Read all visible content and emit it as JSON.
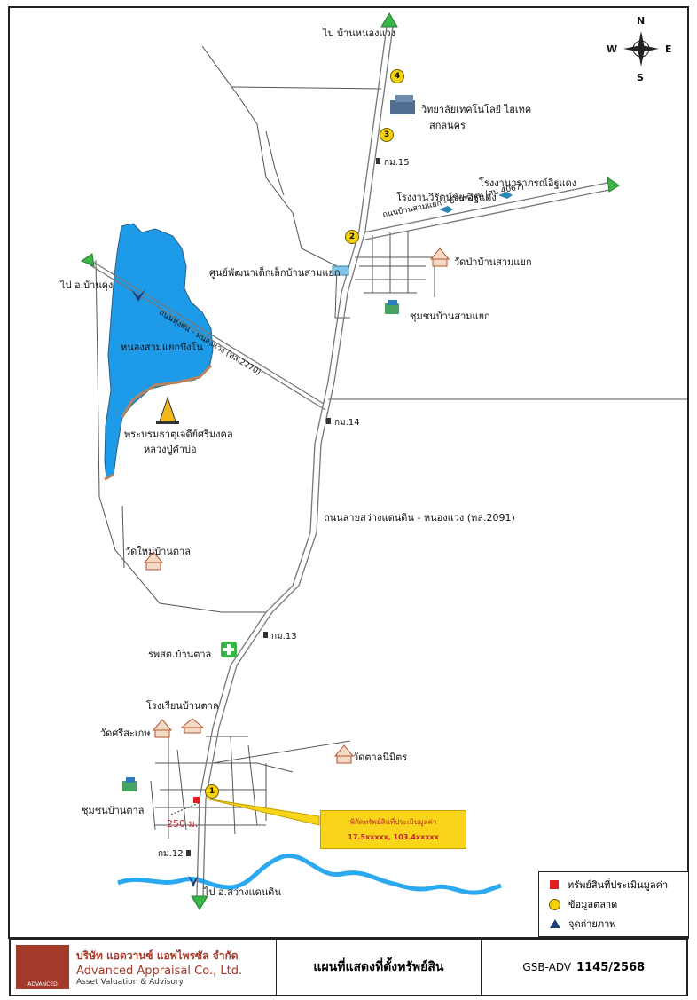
{
  "map": {
    "directions": {
      "north": "ไป บ้านหนองแวง",
      "west": "ไป อ.บ้านดุง",
      "south": "ไป อ.สว่างแดนดิน"
    },
    "compass": {
      "n": "N",
      "s": "S",
      "e": "E",
      "w": "W"
    },
    "roads": {
      "east_road": "ถนนบ้านสามแยก - บ้านทุ่งฝน (สน.4067)",
      "west_road": "ถนนทุ่งฝน - หนองแวง (ทล.2270)",
      "main_road": "ถนนสายสว่างแดนดิน - หนองแวง (ทล.2091)"
    },
    "km_markers": [
      "กม.15",
      "กม.14",
      "กม.13",
      "กม.12"
    ],
    "landmarks": {
      "college_line1": "วิทยาลัยเทคโนโลยี ไฮเทค",
      "college_line2": "สกลนคร",
      "factory1": "โรงงานวิรัตน์ชัย อิฐแดง",
      "factory2": "โรงงานวราภรณ์อิฐแดง",
      "temple_samyaek": "วัดป่าบ้านสามแยก",
      "child_center": "ศูนย์พัฒนาเด็กเล็กบ้านสามแยก",
      "community_samyaek": "ชุมชนบ้านสามแยก",
      "reservoir": "หนองสามแยกบึงโน",
      "pagoda_line1": "พระบรมธาตุเจดีย์ศรีมงคล",
      "pagoda_line2": "หลวงปู่คำบ่อ",
      "temple_mai": "วัดใหม่บ้านตาล",
      "hospital": "รพสต.บ้านตาล",
      "school": "โรงเรียนบ้านตาล",
      "temple_srisaket": "วัดศรีสะเกษ",
      "temple_tannimit": "วัดตาลนิมิตร",
      "community_tan": "ชุมชนบ้านตาล",
      "distance": "250 ม."
    },
    "markers": [
      "1",
      "2",
      "3",
      "4"
    ],
    "coords_note": {
      "line1": "พิกัดทรัพย์สินที่ประเมินมูลค่า",
      "line2": "17.5xxxxx, 103.4xxxxx"
    }
  },
  "legend": {
    "items": [
      {
        "label": "ทรัพย์สินที่ประเมินมูลค่า",
        "icon": "red-square",
        "color": "#e02020"
      },
      {
        "label": "ข้อมูลตลาด",
        "icon": "yellow-circle",
        "color": "#f5d20a"
      },
      {
        "label": "จุดถ่ายภาพ",
        "icon": "camera-arrow"
      }
    ]
  },
  "footer": {
    "company_thai": "บริษัท แอดวานซ์ แอพไพรซัล จำกัด",
    "company_en": "Advanced Appraisal Co., Ltd.",
    "tagline": "Asset Valuation & Advisory",
    "logo_text": "ADVANCED",
    "title": "แผนที่แสดงที่ตั้งทรัพย์สิน",
    "ref_prefix": "GSB-ADV",
    "ref_number": "1145/2568"
  },
  "colors": {
    "water": "#1e9be8",
    "river": "#2aa8f0",
    "road": "#8a8a8a",
    "arrow": "#3ab54a",
    "marker": "#f5d20a",
    "logo": "#a3392a"
  }
}
